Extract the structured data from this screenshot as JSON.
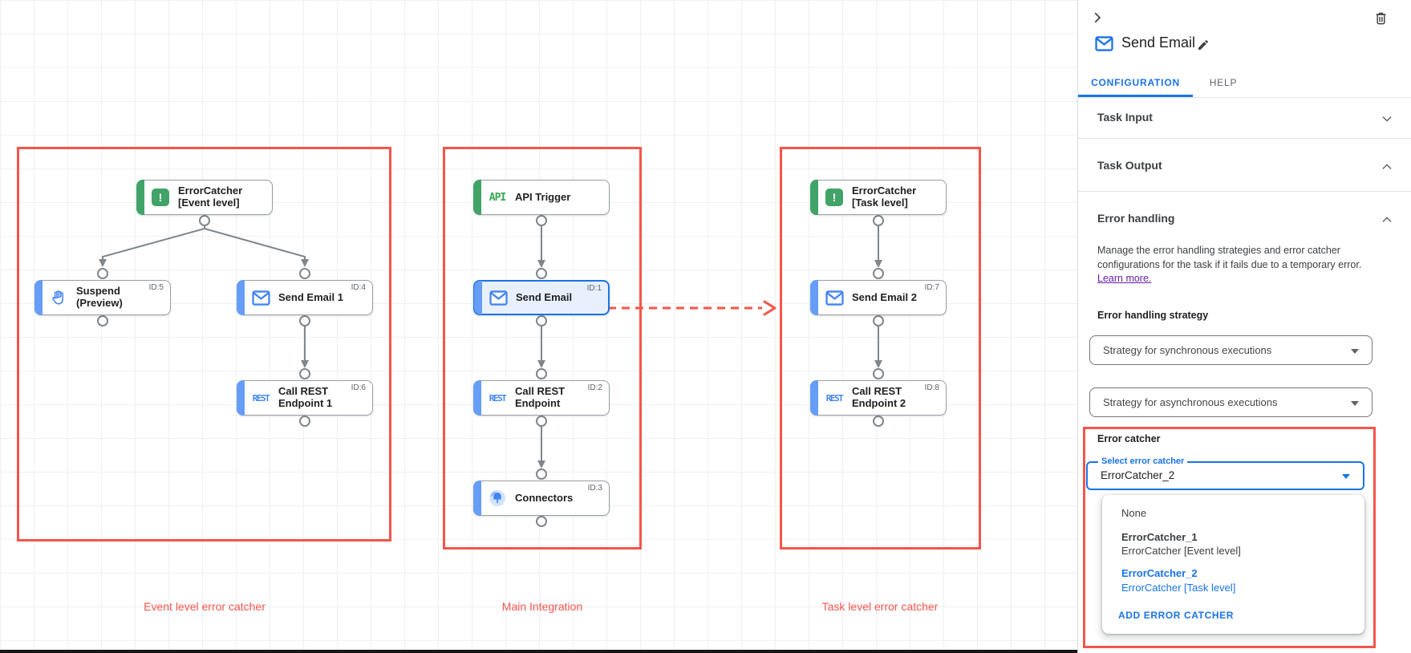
{
  "colors": {
    "highlight_red": "#f4554a",
    "breakpoint_dot_red": "#c5221f",
    "accent_blue": "#1a73e8",
    "task_bar_blue": "#669df6",
    "trigger_green": "#41a368",
    "edge_gray": "#80868b",
    "link_purple": "#681da8",
    "selected_node_bg": "#e8f0fe"
  },
  "canvas": {
    "groups": [
      {
        "label": "Event level error catcher"
      },
      {
        "label": "Main Integration"
      },
      {
        "label": "Task level error catcher"
      }
    ],
    "icons": {
      "error": "!",
      "api": "API",
      "rest": "REST"
    },
    "nodes": {
      "ec_event": {
        "label": "ErrorCatcher\n[Event level]",
        "id_tag": ""
      },
      "suspend": {
        "label": "Suspend\n(Preview)",
        "id_tag": "ID:5"
      },
      "send_email_1": {
        "label": "Send Email 1",
        "id_tag": "ID:4"
      },
      "call_rest_1": {
        "label": "Call REST\nEndpoint 1",
        "id_tag": "ID:6"
      },
      "api_trigger": {
        "label": "API Trigger",
        "id_tag": ""
      },
      "send_email": {
        "label": "Send Email",
        "id_tag": "ID:1"
      },
      "call_rest": {
        "label": "Call REST\nEndpoint",
        "id_tag": "ID:2"
      },
      "connectors": {
        "label": "Connectors",
        "id_tag": "ID:3"
      },
      "ec_task": {
        "label": "ErrorCatcher\n[Task level]",
        "id_tag": ""
      },
      "send_email_2": {
        "label": "Send Email 2",
        "id_tag": "ID:7"
      },
      "call_rest_2": {
        "label": "Call REST\nEndpoint 2",
        "id_tag": "ID:8"
      }
    }
  },
  "panel": {
    "title": "Send Email",
    "tabs": [
      {
        "label": "CONFIGURATION"
      },
      {
        "label": "HELP"
      }
    ],
    "sections": {
      "task_input": "Task Input",
      "task_output": "Task Output",
      "error_handling": "Error handling"
    },
    "error_handling": {
      "description": "Manage the error handling strategies and error catcher configurations for the task if it fails due to a temporary error.",
      "learn_more": "Learn more.",
      "strategy_label": "Error handling strategy",
      "sync_select_value": "Strategy for synchronous executions",
      "async_select_value": "Strategy for asynchronous executions",
      "error_catcher_label": "Error catcher",
      "select_error_catcher_label": "Select error catcher",
      "select_error_catcher_value": "ErrorCatcher_2",
      "menu": {
        "none": "None",
        "items": [
          {
            "name": "ErrorCatcher_1",
            "desc": "ErrorCatcher [Event level]",
            "selected": false
          },
          {
            "name": "ErrorCatcher_2",
            "desc": "ErrorCatcher [Task level]",
            "selected": true
          }
        ],
        "add_button": "ADD ERROR CATCHER"
      }
    }
  }
}
